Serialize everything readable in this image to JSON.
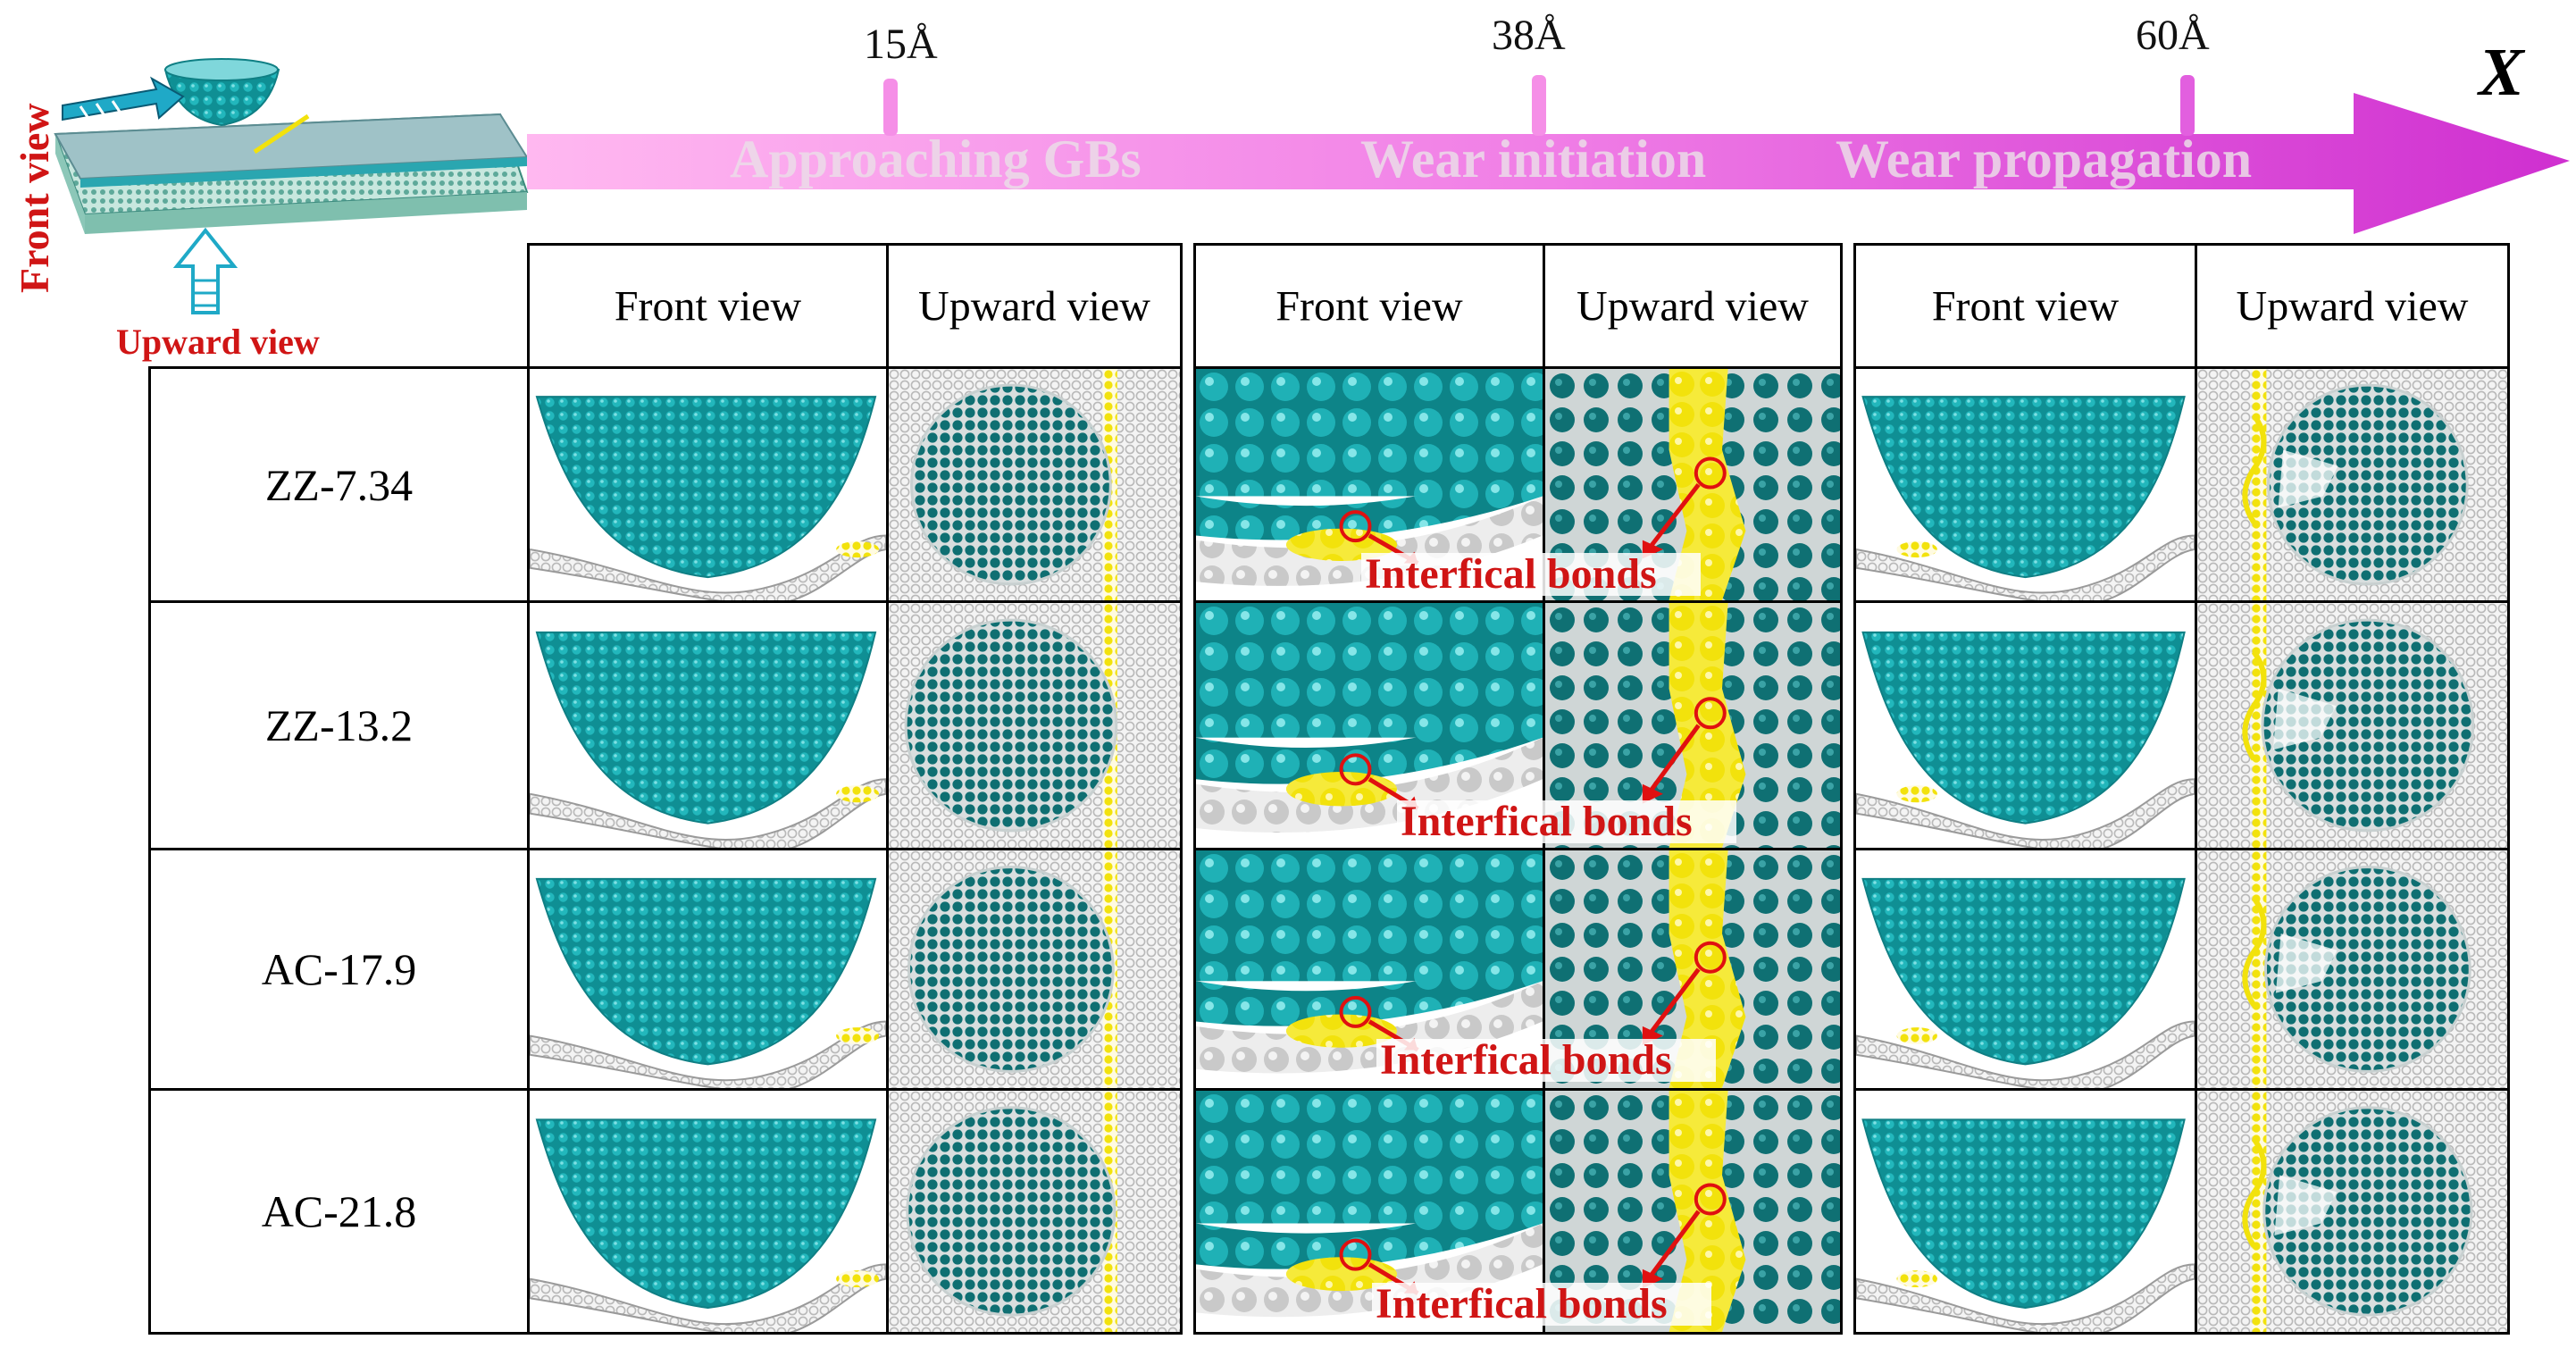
{
  "schematic": {
    "front_view_label": "Front view",
    "upward_view_label": "Upward view"
  },
  "timeline": {
    "axis_label": "X",
    "ticks": [
      {
        "label": "15Å"
      },
      {
        "label": "38Å"
      },
      {
        "label": "60Å"
      }
    ],
    "phases": [
      "Approaching GBs",
      "Wear initiation",
      "Wear propagation"
    ]
  },
  "table": {
    "column_headers": [
      "Front view",
      "Upward view",
      "Front view",
      "Upward view",
      "Front view",
      "Upward view"
    ],
    "rows": [
      {
        "label": "ZZ-7.34"
      },
      {
        "label": "ZZ-13.2"
      },
      {
        "label": "AC-17.9"
      },
      {
        "label": "AC-21.8"
      }
    ],
    "bond_annotation": "Interfical bonds"
  },
  "colors": {
    "tip_cyan": "#16a3a8",
    "tip_dark": "#0e6e70",
    "substrate_grey": "#c8c8c8",
    "gb_yellow": "#f2e20c",
    "annotation_red": "#d01515",
    "arrow_start": "#ffb3ee",
    "arrow_end": "#d02fd0"
  }
}
